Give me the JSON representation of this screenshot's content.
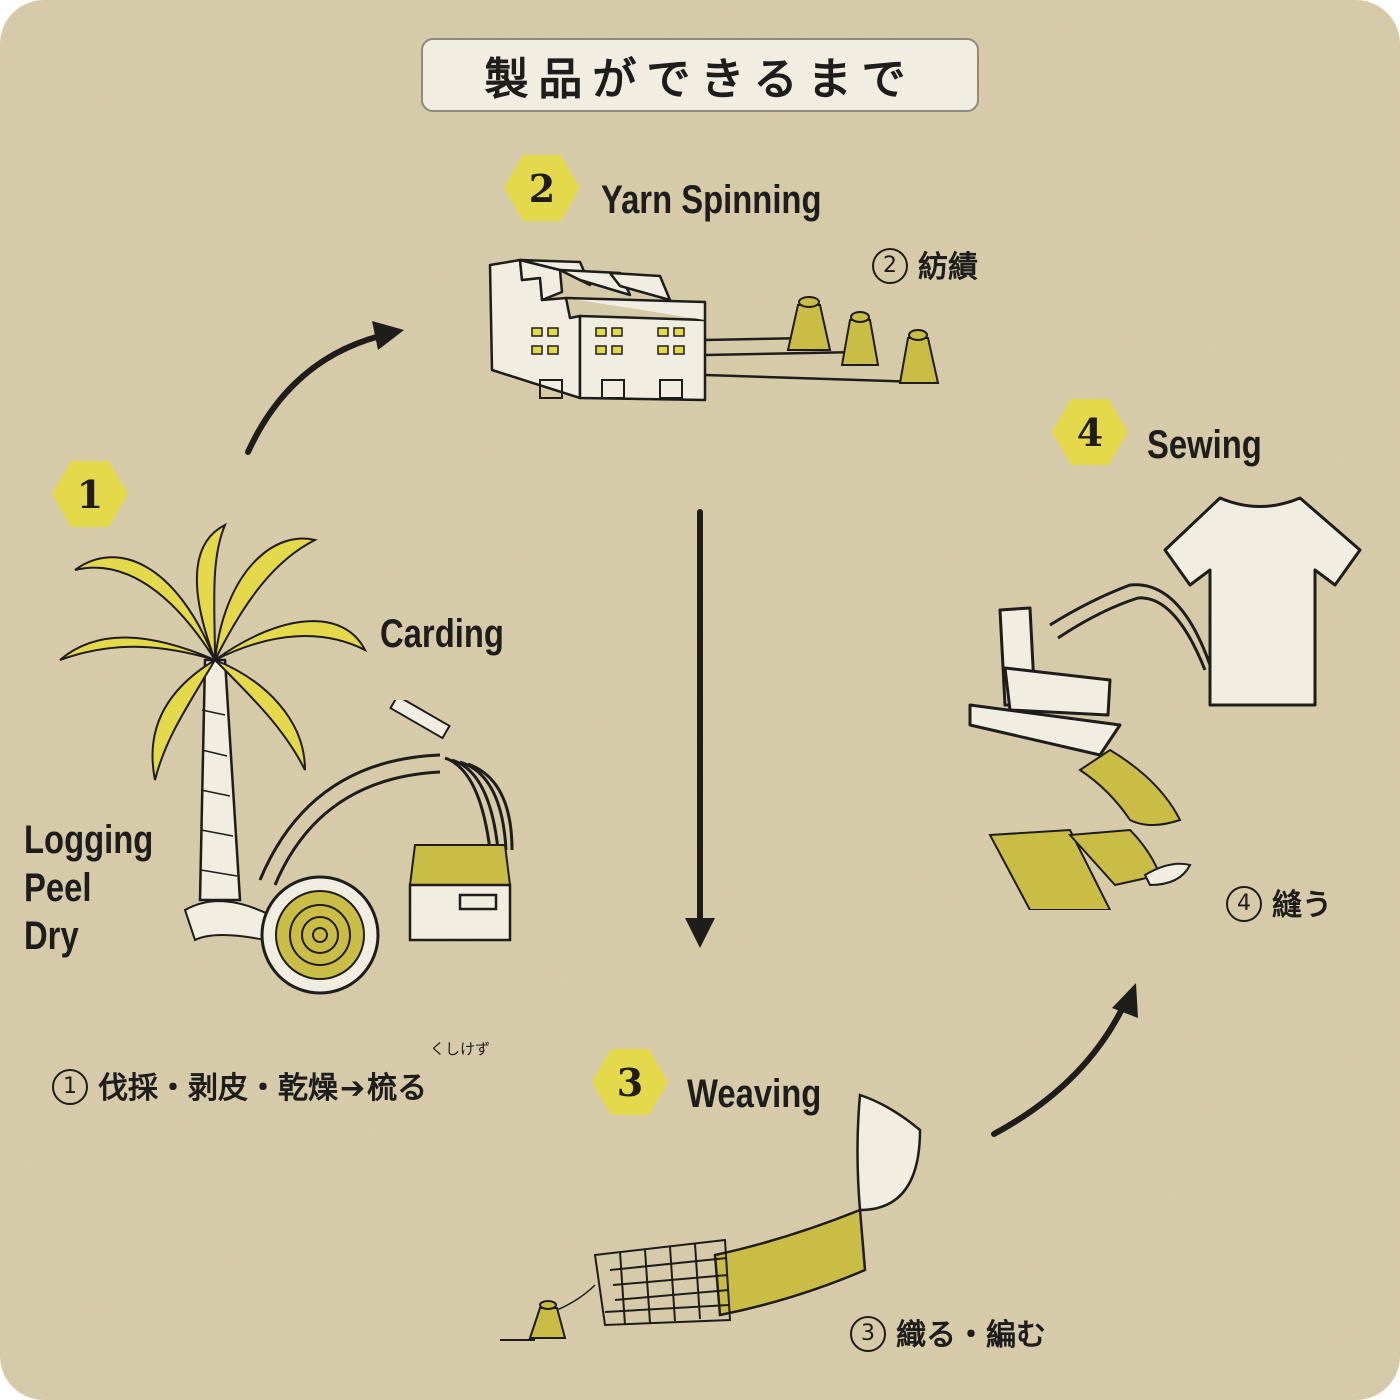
{
  "title": "製品ができるまで",
  "steps": [
    {
      "num": "1",
      "labels": [
        "Logging",
        "Peel",
        "Dry"
      ],
      "sub_label": "Carding",
      "jp_pre": "伐採・剥皮・乾燥",
      "jp_arrow": "➔",
      "jp_post": "梳る",
      "ruby": "くしけず",
      "circle": "1"
    },
    {
      "num": "2",
      "label": "Yarn Spinning",
      "jp": "紡績",
      "circle": "2"
    },
    {
      "num": "3",
      "label": "Weaving",
      "jp": "織る・編む",
      "circle": "3"
    },
    {
      "num": "4",
      "label": "Sewing",
      "jp": "縫う",
      "circle": "4"
    }
  ],
  "colors": {
    "background": "#d8cca8",
    "accent": "#e4d94a",
    "fabric": "#c9bd46",
    "ink": "#1e1d1b",
    "paper": "#f1ede1"
  }
}
